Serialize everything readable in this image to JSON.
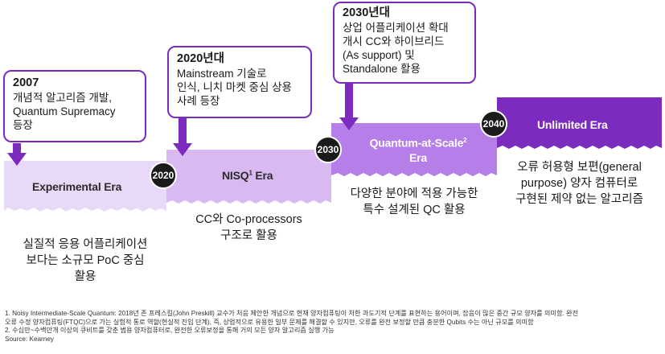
{
  "eras": [
    {
      "name": "Experimental Era",
      "sup": ""
    },
    {
      "name": "NISQ",
      "sup": "1",
      "suffix": " Era"
    },
    {
      "name": "Quantum-at-Scale",
      "sup": "2",
      "suffix": "Era"
    },
    {
      "name": "Unlimited Era",
      "sup": ""
    }
  ],
  "years": [
    "2020",
    "2030",
    "2040"
  ],
  "callouts": [
    {
      "year": "2007",
      "lines": [
        "개념적 알고리즘 개발,",
        "Quantum Supremacy",
        "등장"
      ]
    },
    {
      "year": "2020년대",
      "lines": [
        "Mainstream 기술로",
        "인식, 니치 마켓 중심 상용",
        "사례 등장"
      ]
    },
    {
      "year": "2030년대",
      "lines": [
        "상업 어플리케이션 확대",
        "개시 CC와 하이브리드",
        "(As support) 및",
        "Standalone 활용"
      ]
    }
  ],
  "descriptions": [
    [
      "실질적 응용 어플리케이션",
      "보다는 소규모 PoC 중심",
      "활용"
    ],
    [
      "CC와 Co-processors",
      "구조로 활용"
    ],
    [
      "다양한 분야에 적용 가능한",
      "특수 설계된 QC 활용"
    ],
    [
      "오류 허용형 보편(general",
      "purpose) 양자 컴퓨터로",
      "구현된 제약 없는 알고리즘"
    ]
  ],
  "footnotes": [
    "1. Noisy Intermediate-Scale Quantum: 2018년 존 프레스킬(John Preskill) 교수가 처음 제안한 개념으로 현재 양자컴퓨팅이 처한 과도기적 단계를 표현하는 용어이며, 잡음이 많은 중간 규모 양자를 의미함. 완전",
    "오류 수정 양자컴퓨팅(FTQC)으로 가는 실험적 통로 역할(현실적 진입 단계), 즉, 상업적으로 유용한 일부 문제를 해결할 수 있지만, 오류를 완전 보정할 만큼 충분한 Qubits 수는 아닌 규모를 의미함",
    "2. 수십만~수백만개 이상의 큐비트를 갖춘 범용 양자컴퓨터로, 완전한 오류보정을 통해 거의 모든 양자 알고리즘 실행 가능",
    "Source: Kearney"
  ],
  "colors": {
    "accent": "#7b2cbf",
    "step1": "#e9d9f8",
    "step2": "#d8b9f2",
    "step3": "#b57ee8",
    "step4": "#7b2cbf",
    "circle": "#1b1b1b"
  }
}
